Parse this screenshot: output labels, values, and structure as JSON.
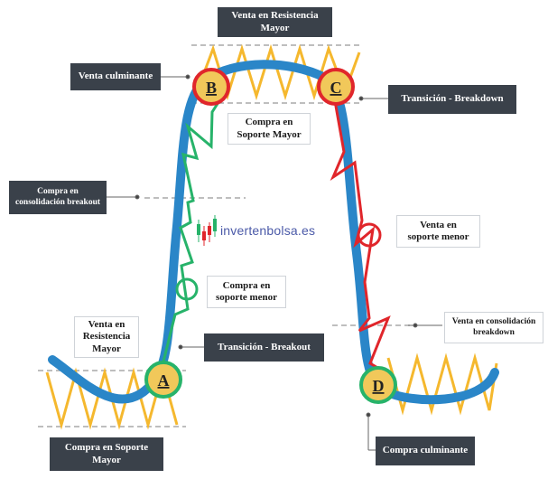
{
  "labels": {
    "venta_resistencia_top": "Venta en Resistencia\nMayor",
    "venta_culminante": "Venta culminante",
    "compra_soporte_mayor_b": "Compra en\nSoporte Mayor",
    "transicion_breakdown": "Transición - Breakdown",
    "compra_consolidacion_breakout": "Compra en\nconsolidación breakout",
    "venta_soporte_menor": "Venta en\nsoporte menor",
    "compra_soporte_menor": "Compra en\nsoporte menor",
    "venta_resistencia_mayor_a": "Venta en\nResistencia\nMayor",
    "transicion_breakout": "Transición - Breakout",
    "venta_consolidacion_breakdown": "Venta en consolidación\nbreakdown",
    "compra_soporte_mayor_bottom": "Compra en Soporte\nMayor",
    "compra_culminante": "Compra culminante"
  },
  "points": {
    "a": "A",
    "b": "B",
    "c": "C",
    "d": "D"
  },
  "logo": {
    "text": "invertenbolsa.es"
  },
  "colors": {
    "curve": "#2a86c8",
    "uptrend": "#27b36a",
    "downtrend": "#e0262b",
    "range": "#f5b82e",
    "marker_fill": "#f1c85a",
    "label_dark": "#3a414a",
    "guide_line": "#a8a8a8"
  }
}
